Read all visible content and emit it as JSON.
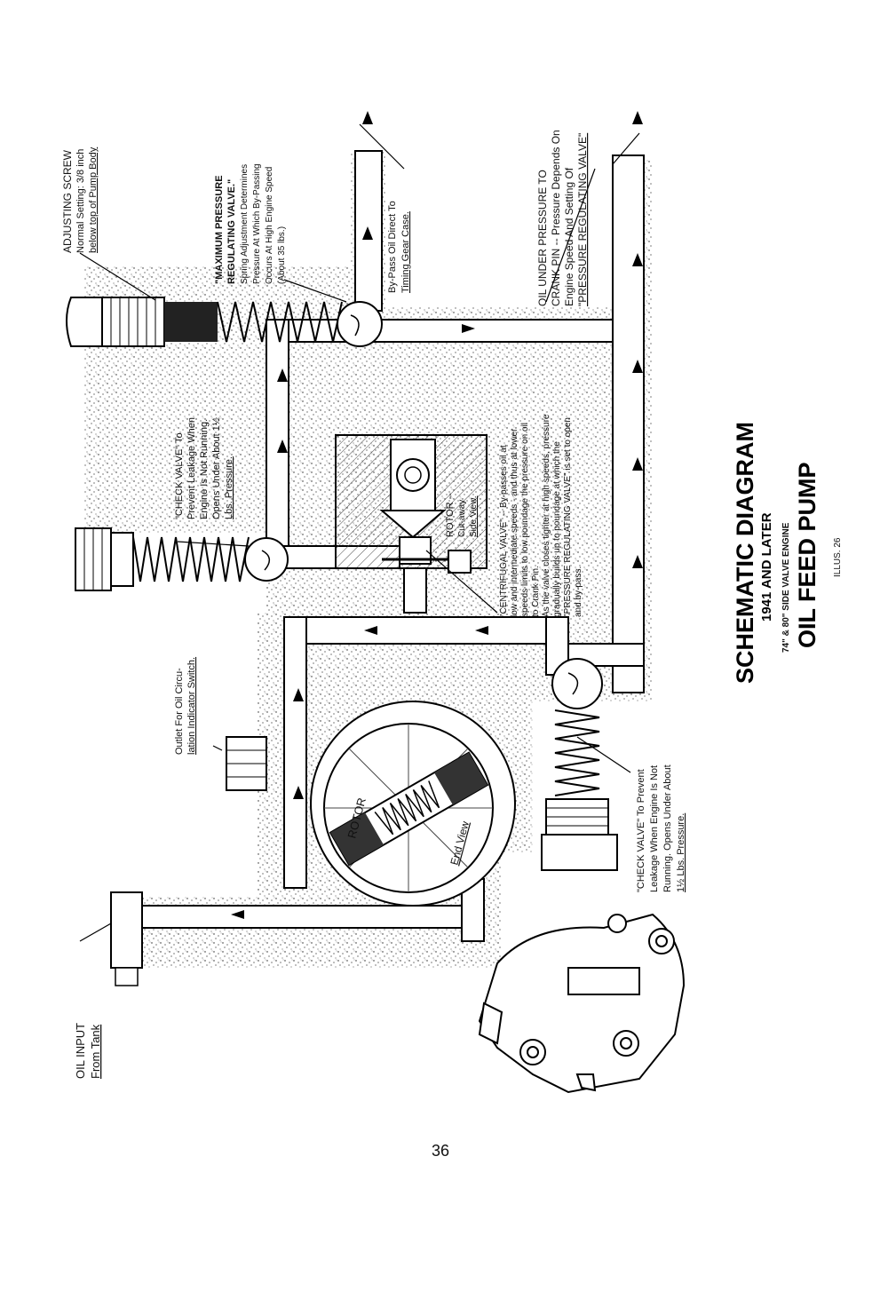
{
  "title": {
    "line1": "SCHEMATIC DIAGRAM",
    "line2": "1941 AND LATER",
    "line3": "74\" & 80\" SIDE VALVE ENGINE",
    "line4": "OIL FEED PUMP",
    "illus": "ILLUS. 26"
  },
  "page_number": "36",
  "labels": {
    "adjusting_screw": [
      "ADJUSTING SCREW",
      "Normal Setting: 3/8 inch",
      "below top of Pump Body"
    ],
    "max_pressure_valve": [
      "\"MAXIMUM PRESSURE",
      "REGULATING VALVE.\"",
      "Spring Adjustment Determines",
      "Pressure At Which By-Passing",
      "Occurs At High Engine Speed",
      "(About 35 lbs.)"
    ],
    "bypass": [
      "By-Pass Oil Direct To",
      "Timing Gear Case."
    ],
    "crank_pin": [
      "OIL UNDER PRESSURE TO",
      "CRANK PIN -- Pressure Depends On",
      "Engine Speed And Setting Of",
      "\"PRESSURE REGULATING VALVE\""
    ],
    "check_valve_top": [
      "\"CHECK VALVE\" To",
      "Prevent Leakage When",
      "Engine Is Not Running.",
      "Opens Under About 1½",
      "Lbs. Pressure."
    ],
    "centrifugal_valve": [
      "\"CENTRIFUGAL VALVE\" -- By-passes oil at",
      "low and intermediate speeds - and thus at lower",
      "speeds limits to low poundage the pressure on oil",
      "to Crank Pin.",
      "As the valve closes tighter at high speeds, pressure",
      "gradually builds up to poundage at which the",
      "\"PRESSURE REGULATING VALVE\" is set to open",
      "and by-pass."
    ],
    "rotor_side": [
      "ROTOR --",
      "Cut-away",
      "Side View."
    ],
    "outlet": [
      "Outlet For Oil Circu-",
      "lation Indicator Switch."
    ],
    "rotor_end": "ROTOR",
    "end_view": "End View",
    "check_valve_bottom": [
      "\"CHECK VALVE\" To Prevent",
      "Leakage When Engine Is Not",
      "Running. Opens Under About",
      "1½ Lbs. Pressure."
    ],
    "oil_input": [
      "OIL INPUT",
      "From Tank"
    ]
  }
}
